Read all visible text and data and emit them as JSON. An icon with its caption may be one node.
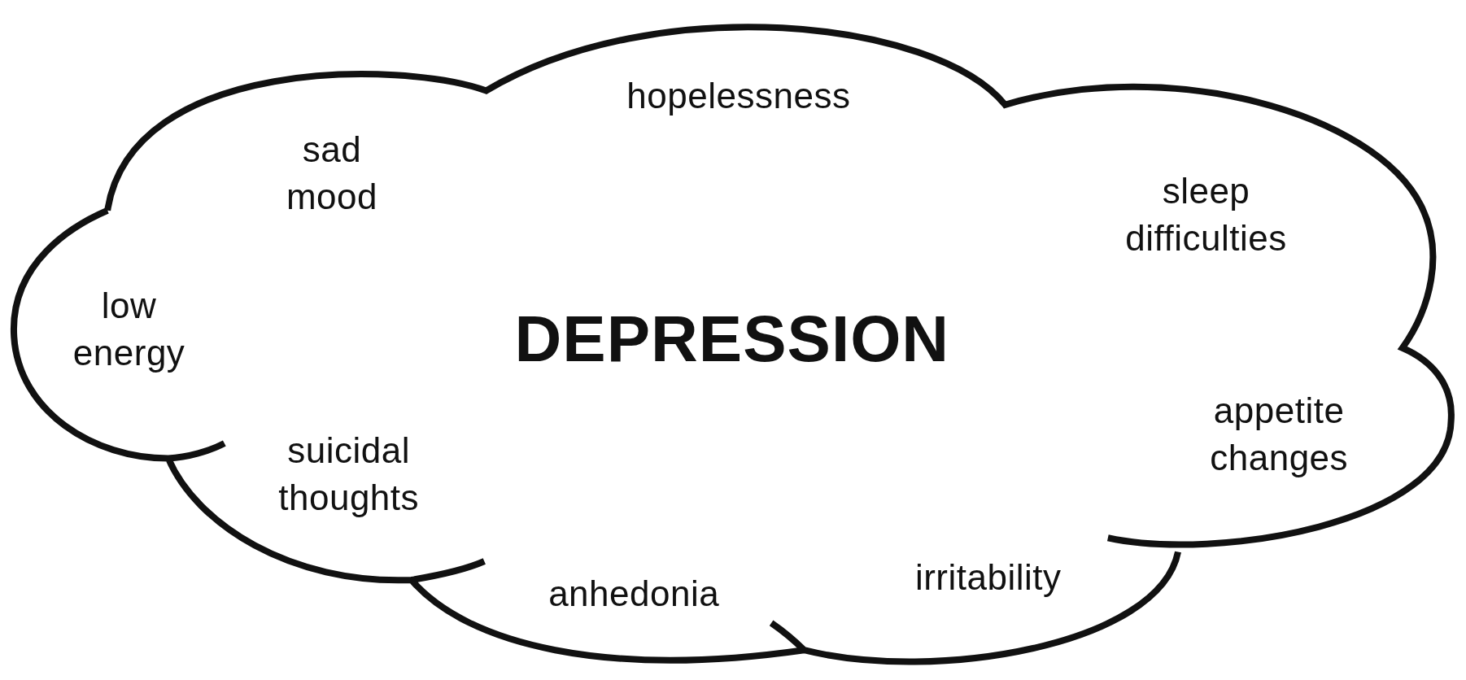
{
  "diagram": {
    "nodes": [
      {
        "text": [
          "hopelessness",
          "sad mood",
          "sleep difficulties",
          "low energy",
          "DEPRESSION",
          "appetite changes",
          "suicidal thoughts",
          "irritability",
          "anhedonia"
        ]
      }
    ]
  }
}
